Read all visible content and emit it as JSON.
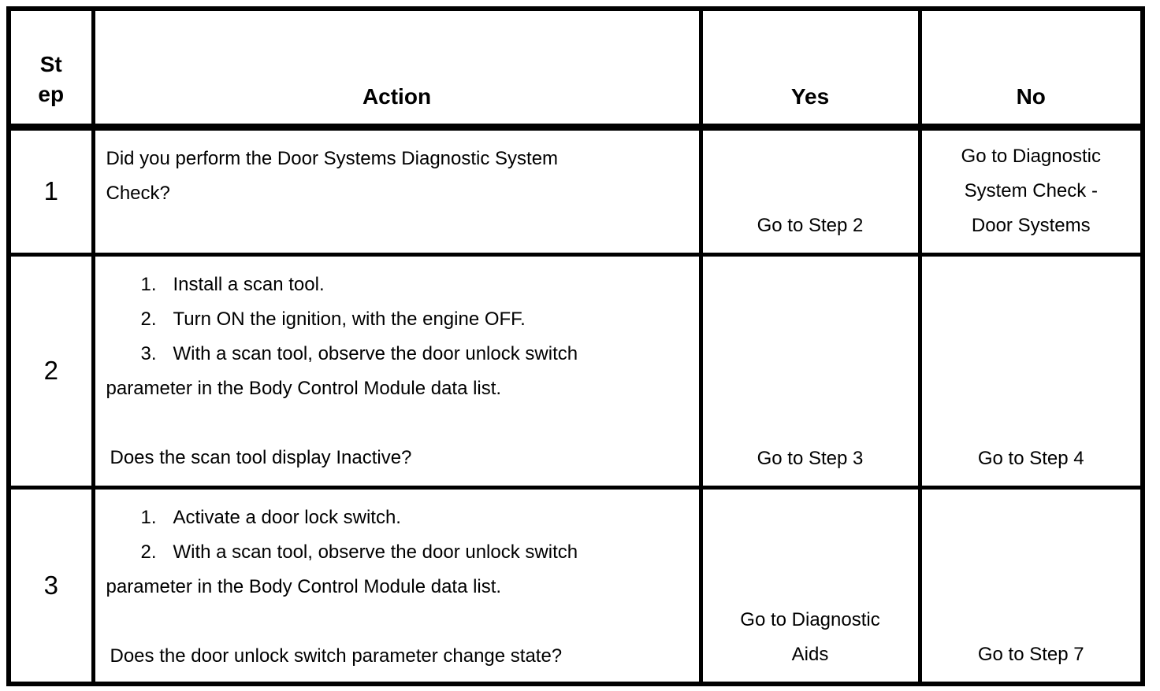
{
  "colors": {
    "text": "#000000",
    "border": "#000000",
    "background": "#ffffff"
  },
  "table": {
    "header": {
      "step_lines": [
        "St",
        "ep"
      ],
      "action": "Action",
      "yes": "Yes",
      "no": "No"
    },
    "rows": [
      {
        "step": "1",
        "action": {
          "lines": [
            "Did you perform the Door Systems Diagnostic System",
            "Check?"
          ]
        },
        "yes": {
          "lines": [
            "Go to Step 2"
          ]
        },
        "no": {
          "lines": [
            "Go to Diagnostic",
            "System Check -",
            "Door Systems"
          ]
        }
      },
      {
        "step": "2",
        "action": {
          "list": [
            {
              "num": "1.",
              "text": "Install a scan tool."
            },
            {
              "num": "2.",
              "text": "Turn ON the ignition, with the engine OFF."
            },
            {
              "num": "3.",
              "text": "With a scan tool, observe the door unlock switch"
            }
          ],
          "continuation": "parameter in the Body Control Module data list.",
          "question": "Does the scan tool display Inactive?"
        },
        "yes": {
          "lines": [
            "Go to Step 3"
          ]
        },
        "no": {
          "lines": [
            "Go to Step 4"
          ]
        }
      },
      {
        "step": "3",
        "action": {
          "list": [
            {
              "num": "1.",
              "text": "Activate a door lock switch."
            },
            {
              "num": "2.",
              "text": "With a scan tool, observe the door unlock switch"
            }
          ],
          "continuation": "parameter in the Body Control Module data list.",
          "question": "Does the door unlock switch parameter change state?"
        },
        "yes": {
          "lines": [
            "Go to Diagnostic",
            "Aids"
          ]
        },
        "no": {
          "lines": [
            "Go to Step 7"
          ]
        }
      }
    ]
  }
}
